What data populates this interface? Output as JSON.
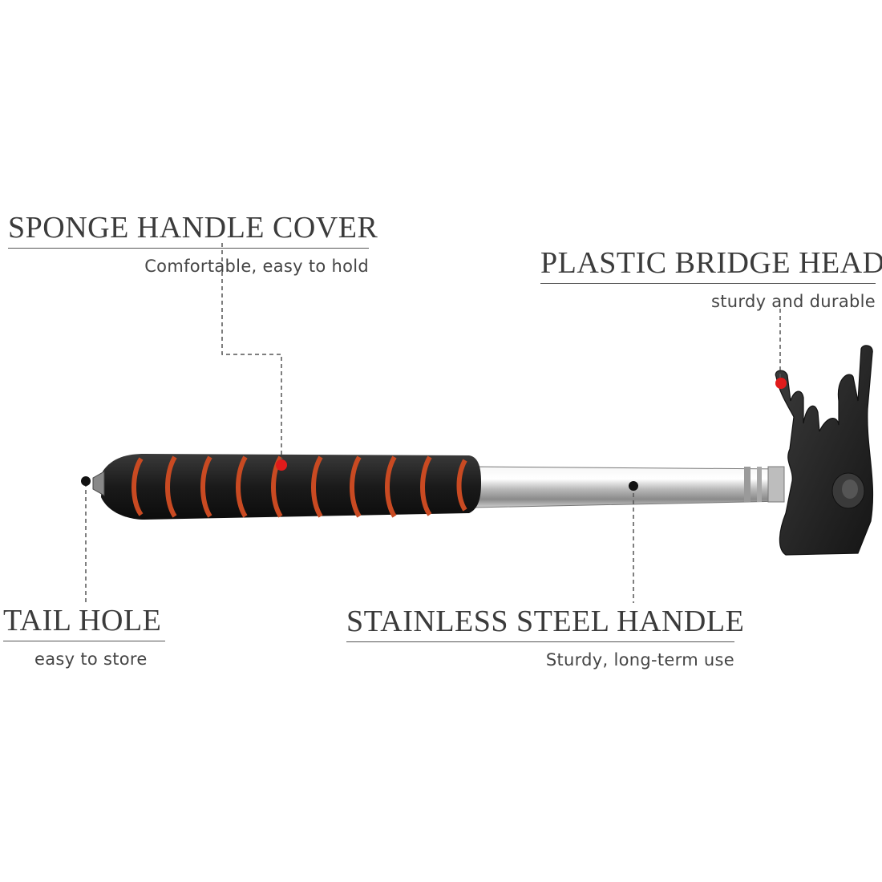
{
  "callouts": {
    "sponge": {
      "title": "SPONGE HANDLE COVER",
      "subtitle": "Comfortable, easy to hold",
      "icon": "sponge-grip-icon"
    },
    "plastic": {
      "title": "PLASTIC BRIDGE HEAD",
      "subtitle": "sturdy and durable",
      "icon": "bridge-head-icon"
    },
    "tail": {
      "title": "TAIL HOLE",
      "subtitle": "easy to store",
      "icon": "tail-hole-icon"
    },
    "steel": {
      "title": "STAINLESS STEEL HANDLE",
      "subtitle": "Sturdy, long-term use",
      "icon": "steel-shaft-icon"
    }
  },
  "colors": {
    "marker_red": "#e01b1b",
    "marker_black": "#111111",
    "foam": "#1c1c1c",
    "ring_orange": "#c94a22",
    "steel": "#c8c8c8",
    "head": "#2a2a2a"
  }
}
